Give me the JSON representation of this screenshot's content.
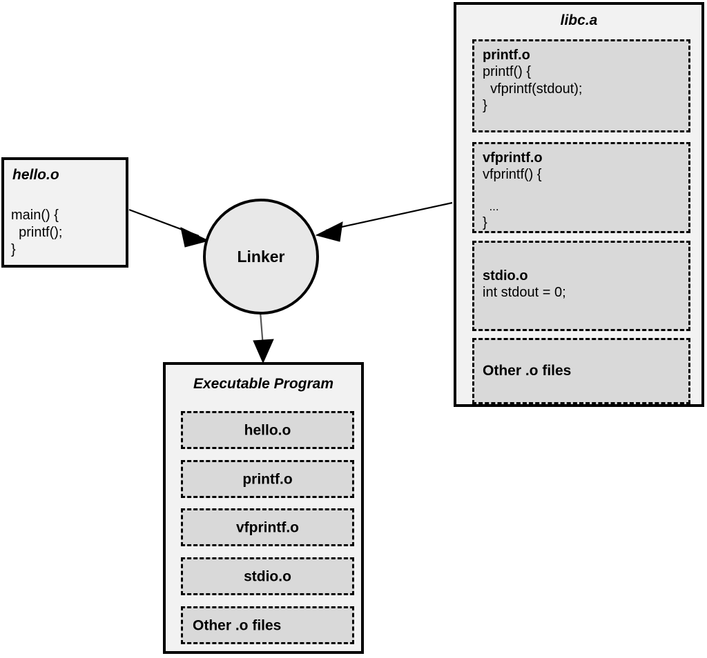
{
  "diagram": {
    "title_text_present": false,
    "colors": {
      "outer_fill": "#f2f2f2",
      "inner_fill": "#d9d9d9",
      "circle_fill": "#e8e8e8",
      "stroke": "#000000",
      "background": "#ffffff"
    }
  },
  "hello_object": {
    "title": "hello.o",
    "code": [
      "main() {",
      "  printf();",
      "}"
    ]
  },
  "linker": {
    "label": "Linker"
  },
  "library": {
    "title": "libc.a",
    "members": [
      {
        "name": "printf.o",
        "code": [
          "printf() {",
          "  vfprintf(stdout);",
          "}"
        ]
      },
      {
        "name": "vfprintf.o",
        "code": [
          "vfprintf() {",
          "",
          "  ...",
          "}"
        ]
      },
      {
        "name": "stdio.o",
        "code": [
          "int stdout = 0;"
        ]
      },
      {
        "name": "Other .o files",
        "code": []
      }
    ]
  },
  "executable": {
    "title": "Executable Program",
    "members": [
      {
        "label": "hello.o",
        "align": "center"
      },
      {
        "label": "printf.o",
        "align": "center"
      },
      {
        "label": "vfprintf.o",
        "align": "center"
      },
      {
        "label": "stdio.o",
        "align": "center"
      },
      {
        "label": "Other .o files",
        "align": "left"
      }
    ]
  },
  "arrows": [
    {
      "name": "hello-to-linker",
      "from": "hello.o",
      "to": "Linker"
    },
    {
      "name": "libc-to-linker",
      "from": "libc.a",
      "to": "Linker"
    },
    {
      "name": "linker-to-executable",
      "from": "Linker",
      "to": "Executable Program"
    }
  ]
}
